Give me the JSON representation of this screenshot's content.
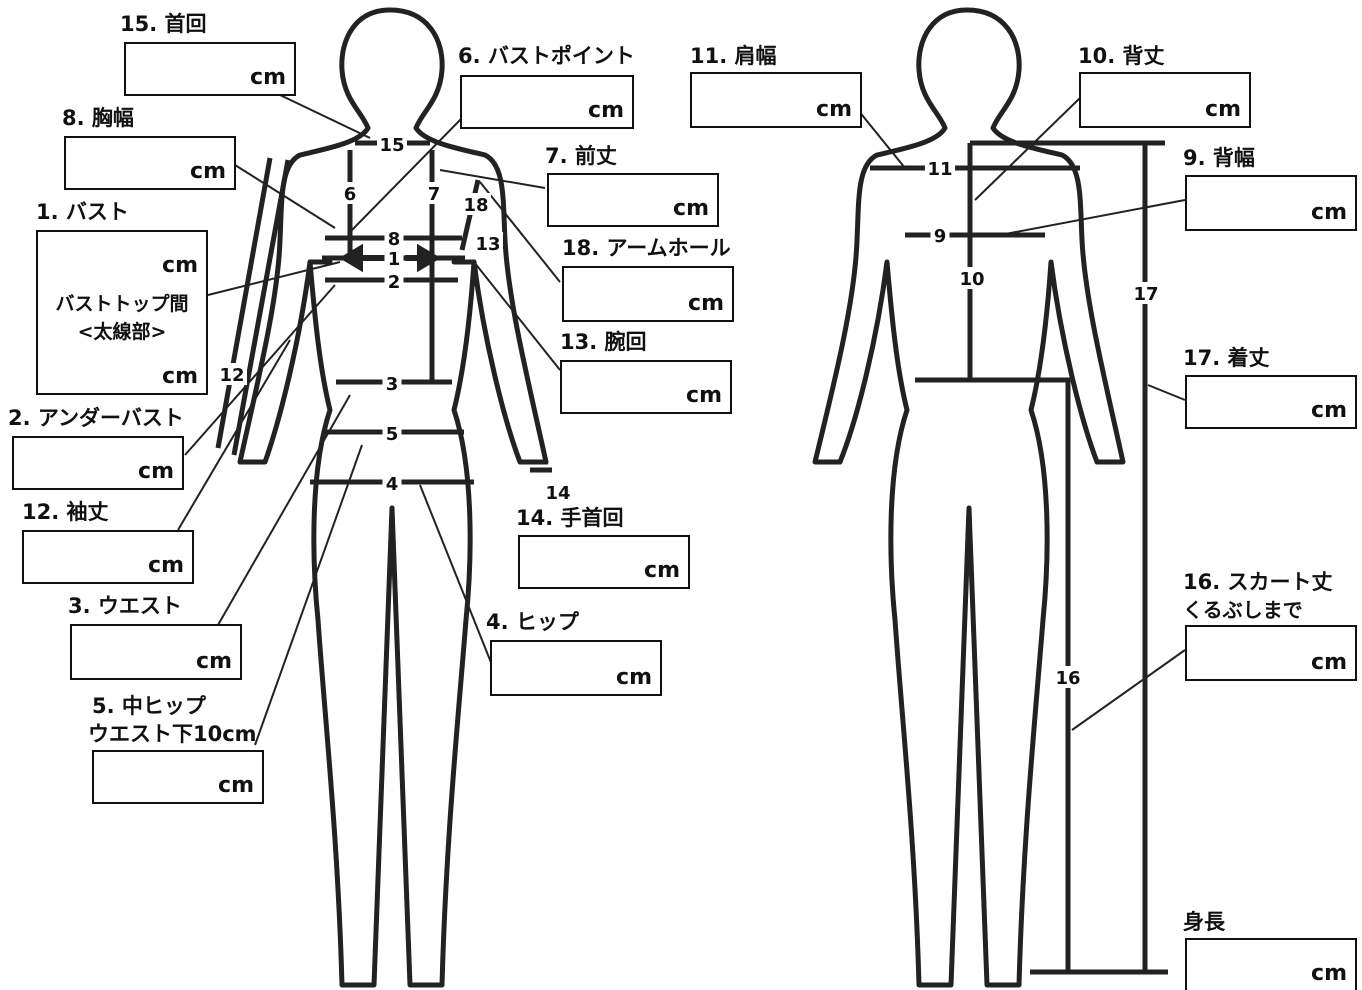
{
  "unit": "cm",
  "measurements": [
    {
      "id": "m15",
      "label": "15. 首回"
    },
    {
      "id": "m6",
      "label": "6. バストポイント"
    },
    {
      "id": "m11",
      "label": "11. 肩幅"
    },
    {
      "id": "m10",
      "label": "10. 背丈"
    },
    {
      "id": "m8",
      "label": "8. 胸幅"
    },
    {
      "id": "m7",
      "label": "7. 前丈"
    },
    {
      "id": "m9",
      "label": "9. 背幅"
    },
    {
      "id": "m1",
      "label": "1. バスト",
      "note_line1": "バストトップ間",
      "note_line2": "<太線部>"
    },
    {
      "id": "m18",
      "label": "18. アームホール"
    },
    {
      "id": "m13",
      "label": "13. 腕回"
    },
    {
      "id": "m17",
      "label": "17. 着丈"
    },
    {
      "id": "m2",
      "label": "2. アンダーバスト"
    },
    {
      "id": "m14",
      "label": "14. 手首回"
    },
    {
      "id": "m12",
      "label": "12. 袖丈"
    },
    {
      "id": "m3",
      "label": "3. ウエスト"
    },
    {
      "id": "m4",
      "label": "4. ヒップ"
    },
    {
      "id": "m16",
      "label_line1": "16. スカート丈",
      "label_line2": "くるぶしまで"
    },
    {
      "id": "m5",
      "label_line1": "5. 中ヒップ",
      "label_line2": "ウエスト下10cm"
    },
    {
      "id": "height",
      "label": "身長"
    }
  ],
  "diagram_numbers": {
    "front": [
      "15",
      "6",
      "7",
      "18",
      "8",
      "1",
      "13",
      "2",
      "12",
      "3",
      "5",
      "4",
      "14"
    ],
    "back": [
      "11",
      "9",
      "10",
      "17",
      "16"
    ]
  }
}
